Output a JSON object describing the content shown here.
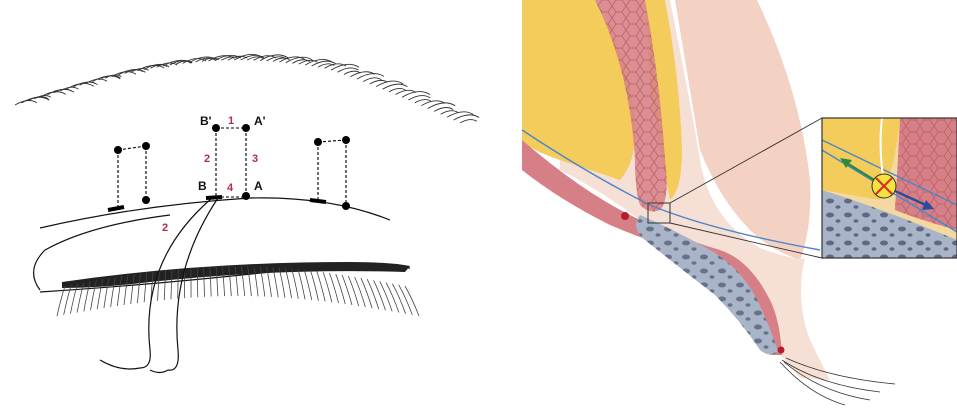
{
  "left_diagram": {
    "point_labels": {
      "b_prime": "B'",
      "a_prime": "A'",
      "b": "B",
      "a": "A"
    },
    "step_numbers": {
      "step_1": "1",
      "step_2_vertical": "2",
      "step_3": "3",
      "step_4": "4",
      "step_2_lid": "2"
    }
  },
  "right_diagram": {
    "colors": {
      "fat_yellow": "#f4cc5c",
      "muscle_pink": "#d77f86",
      "skin": "#f3d2c4",
      "tarsus_blue": "#a9b4c8",
      "suture_blue": "#4a86c8",
      "arrow_green": "#2e8b3c",
      "arrow_blue": "#2a4c9a",
      "cross_red": "#d2342a"
    }
  }
}
